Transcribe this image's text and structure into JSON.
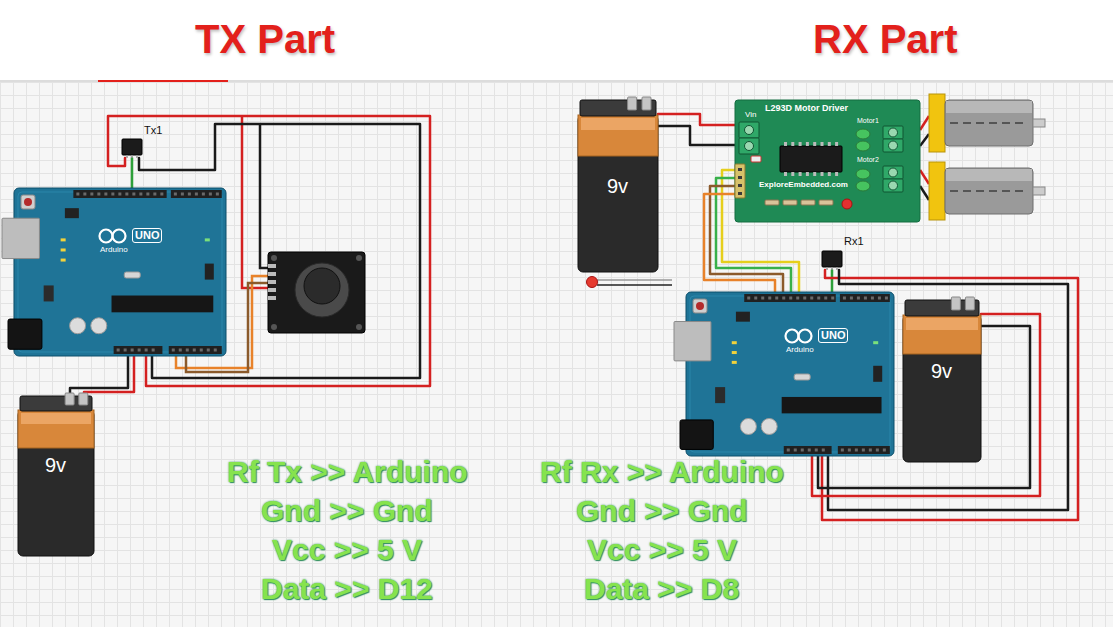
{
  "diagram": {
    "nodes": [
      {
        "text": [
          "Tx1"
        ]
      },
      {
        "text": [
          "UNO",
          "Arduino"
        ]
      },
      {
        "text": [
          "9v"
        ]
      },
      {
        "text": [
          "L293D Motor Driver",
          "Vin",
          "Motor1",
          "Motor2",
          "ExploreEmbedded.com"
        ]
      },
      {
        "text": [
          "9v"
        ]
      },
      {
        "text": [
          "Rx1"
        ]
      },
      {
        "text": [
          "UNO",
          "Arduino"
        ]
      },
      {
        "text": [
          "9v"
        ]
      }
    ],
    "edges": [
      {
        "from": 0,
        "to": 1,
        "arrow": "none"
      },
      {
        "from": 0,
        "to": 1,
        "arrow": "none"
      },
      {
        "from": 0,
        "to": 1,
        "arrow": "none"
      },
      {
        "from": 2,
        "to": 1,
        "arrow": "none"
      },
      {
        "from": 2,
        "to": 1,
        "arrow": "none"
      },
      {
        "from": 4,
        "to": 3,
        "arrow": "none"
      },
      {
        "from": 4,
        "to": 3,
        "arrow": "none"
      },
      {
        "from": 3,
        "to": 6,
        "arrow": "none"
      },
      {
        "from": 3,
        "to": 6,
        "arrow": "none"
      },
      {
        "from": 3,
        "to": 6,
        "arrow": "none"
      },
      {
        "from": 3,
        "to": 6,
        "arrow": "none"
      },
      {
        "from": 5,
        "to": 6,
        "arrow": "none"
      },
      {
        "from": 5,
        "to": 6,
        "arrow": "none"
      },
      {
        "from": 5,
        "to": 6,
        "arrow": "none"
      },
      {
        "from": 7,
        "to": 6,
        "arrow": "none"
      },
      {
        "from": 7,
        "to": 6,
        "arrow": "none"
      }
    ],
    "labels": [
      "TX Part",
      "RX Part",
      "Rf Tx >> Arduino",
      "Gnd >> Gnd",
      "Vcc >> 5 V",
      "Data >> D12",
      "Rf Rx >> Arduino",
      "Gnd >> Gnd",
      "Vcc >> 5 V",
      "Data >> D8"
    ]
  }
}
